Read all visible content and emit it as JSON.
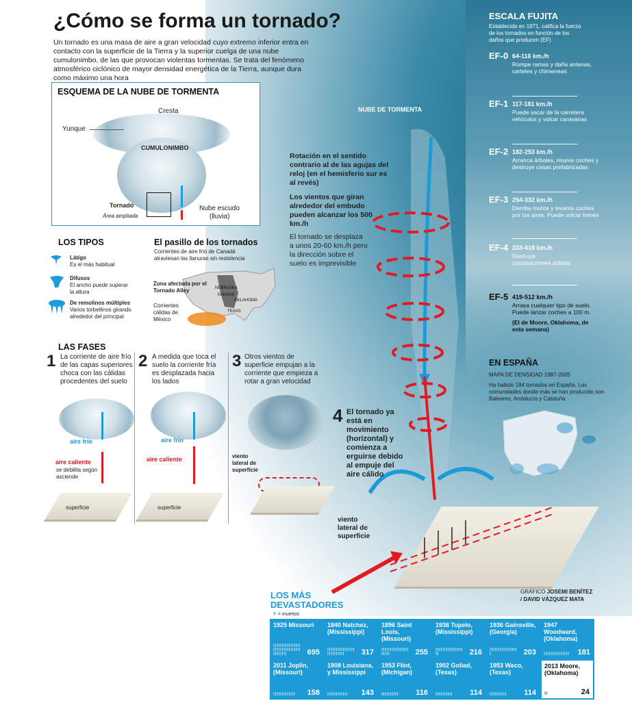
{
  "title": "¿Cómo se forma un tornado?",
  "intro": "Un tornado es una masa de aire a gran velocidad cuyo extremo inferior entra en contacto con la superficie de la Tierra y la superior cuelga de una nube cumulonimbo, de las que provocan violentas tormentas. Se trata del fenómeno atmosférico ciclónico de mayor densidad energética de la Tierra, aunque dura como máximo una hora",
  "schema": {
    "heading": "ESQUEMA DE LA NUBE DE TORMENTA",
    "cresta": "Cresta",
    "yunque": "Yunque",
    "cumulonimbo": "CUMULONIMBO",
    "tornado": "Tornado",
    "area": "Área ampliada",
    "nube_escudo": "Nube escudo",
    "lluvia": "(lluvia)"
  },
  "types": {
    "heading": "LOS TIPOS",
    "items": [
      {
        "name": "Látigo",
        "desc": "Es el más habitual",
        "icon": "whip-tornado-icon"
      },
      {
        "name": "Difusos",
        "desc": "El ancho puede superar la altura",
        "icon": "diffuse-tornado-icon"
      },
      {
        "name": "De remolinos múltiples",
        "desc": "Varios torbellinos girando alrededor del principal",
        "icon": "multi-vortex-icon"
      }
    ]
  },
  "alley": {
    "heading": "El pasillo de los tornados",
    "desc": "Corrientes de aire frío de Canadá atraviesan las llanuras sin resistencia",
    "zona": "Zona afectada por el Tornado Alley",
    "corrientes": "Corrientes cálidas de México",
    "states": [
      "NEBRASKA",
      "KANSAS",
      "OKLAHOMA",
      "TEXAS"
    ]
  },
  "phases": {
    "heading": "LAS FASES",
    "items": [
      {
        "num": "1",
        "text": "La corriente de aire frío de las capas superiores choca con las cálidas procedentes del suelo"
      },
      {
        "num": "2",
        "text": "A medida que toca el suelo la corriente fría es desplazada hacia los lados"
      },
      {
        "num": "3",
        "text": "Otros vientos de superficie empujan a la corriente que empieza a rotar a gran velocidad"
      }
    ],
    "labels": {
      "aire_frio": "aire frío",
      "aire_caliente": "aire caliente",
      "se_debilita": "se debilita según asciende",
      "superficie": "superficie",
      "viento_lateral": "viento lateral de superficie"
    },
    "phase4": {
      "num": "4",
      "text": "El tornado ya está en movimiento (horizontal) y comienza a erguirse debido al empuje del aire cálido"
    }
  },
  "main": {
    "nube_tormenta": "NUBE DE TORMENTA",
    "aire_frio": "AIRE FRÍO",
    "rotacion": "Rotación en el sentido contrario al de las agujas del reloj (en el hemisferio sur es al revés)",
    "vientos": "Los vientos que giran alrededor del embudo pueden alcanzar los 500 km./h",
    "desplaza": "El tornado se desplaza a unos 20-60 km./h pero la dirección sobre el suelo es imprevisible",
    "viento_lateral": "viento lateral de superficie"
  },
  "fujita": {
    "heading": "ESCALA FUJITA",
    "desc": "Establecida en 1971, califica la fuerza de los tornados en función de los daños que producen (EF)",
    "levels": [
      {
        "code": "EF-0",
        "speed": "64-116 km./h",
        "desc": "Rompe ramas y daña antenas, carteles y chimeneas"
      },
      {
        "code": "EF-1",
        "speed": "117-181 km./h",
        "desc": "Puede sacar de la carretera vehículos y volcar caravanas"
      },
      {
        "code": "EF-2",
        "speed": "182-253 km./h",
        "desc": "Arranca árboles, mueve coches y destruye casas prefabricadas"
      },
      {
        "code": "EF-3",
        "speed": "254-332 km./h",
        "desc": "Derriba muros y levanta coches por los aires. Puede volcar trenes"
      },
      {
        "code": "EF-4",
        "speed": "333-418 km./h",
        "desc": "Destruye construcciones sólidas"
      },
      {
        "code": "EF-5",
        "speed": "419-512 km./h",
        "desc": "Arrasa cualquier tipo de suelo. Puede lanzar coches a 100 m.",
        "note": "(El de Moore, Oklahoma, de esta semana)"
      }
    ]
  },
  "spain": {
    "heading": "EN ESPAÑA",
    "subtitle": "MAPA DE DENSIDAD 1987-2005",
    "desc": "Ha habido 184 tornados en España. Las comunidades donde más se han producido son Baleares, Andalucía y Cataluña"
  },
  "credit": {
    "prefix": "GRÁFICO",
    "author1": "JOSEMI BENÍTEZ",
    "author2": "/ DAVID VÁZQUEZ MATA"
  },
  "deadliest": {
    "heading": "LOS MÁS DEVASTADORES",
    "legend": "= muertos",
    "items": [
      {
        "label": "1925 Missouri",
        "deaths": "695"
      },
      {
        "label": "1840 Natchez, (Mississippi)",
        "deaths": "317"
      },
      {
        "label": "1896 Saint Louis, (Missouri)",
        "deaths": "255"
      },
      {
        "label": "1936 Tupelo, (Mississippi)",
        "deaths": "216"
      },
      {
        "label": "1936 Gainsville, (Georgia)",
        "deaths": "203"
      },
      {
        "label": "1947 Woodward, (Oklahoma)",
        "deaths": "181"
      },
      {
        "label": "2011 Joplin, (Missouri)",
        "deaths": "158"
      },
      {
        "label": "1908 Louisiana, y Mississippi",
        "deaths": "143"
      },
      {
        "label": "1953 Flint, (Michigan)",
        "deaths": "116"
      },
      {
        "label": "1902 Goliad, (Texas)",
        "deaths": "114"
      },
      {
        "label": "1953 Waco, (Texas)",
        "deaths": "114"
      },
      {
        "label": "2013 Moore, (Oklahoma)",
        "deaths": "24"
      }
    ]
  }
}
